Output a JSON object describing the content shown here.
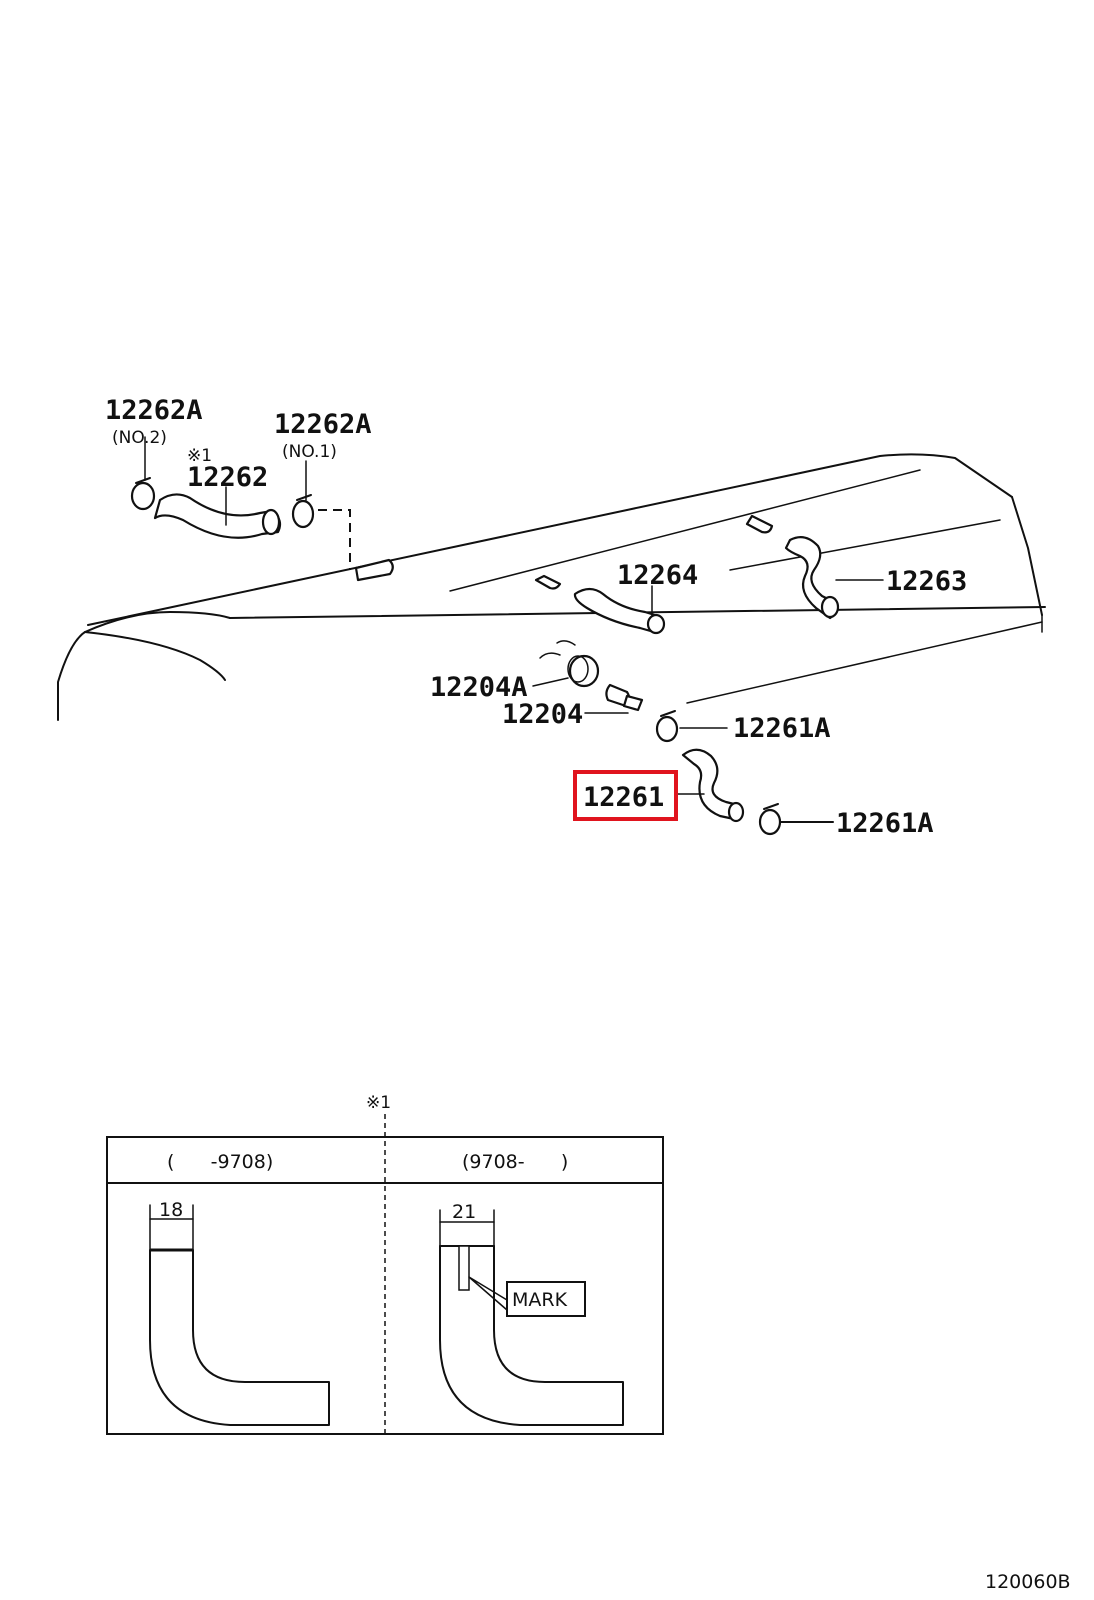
{
  "parts": {
    "p12262A_no2": "12262A",
    "no2": "(NO.2)",
    "note_mark_top": "※1",
    "p12262": "12262",
    "p12262A_no1": "12262A",
    "no1": "(NO.1)",
    "p12264": "12264",
    "p12263": "12263",
    "p12204A": "12204A",
    "p12204": "12204",
    "p12261A_upper": "12261A",
    "p12261": "12261",
    "p12261A_lower": "12261A"
  },
  "highlight": {
    "part": "12261",
    "color": "#e0141e"
  },
  "detail": {
    "note_mark": "※1",
    "left_header": "(      -9708)",
    "right_header": "(9708-      )",
    "left_dim": "18",
    "right_dim": "21",
    "mark_label": "MARK"
  },
  "figure_id": "120060B"
}
